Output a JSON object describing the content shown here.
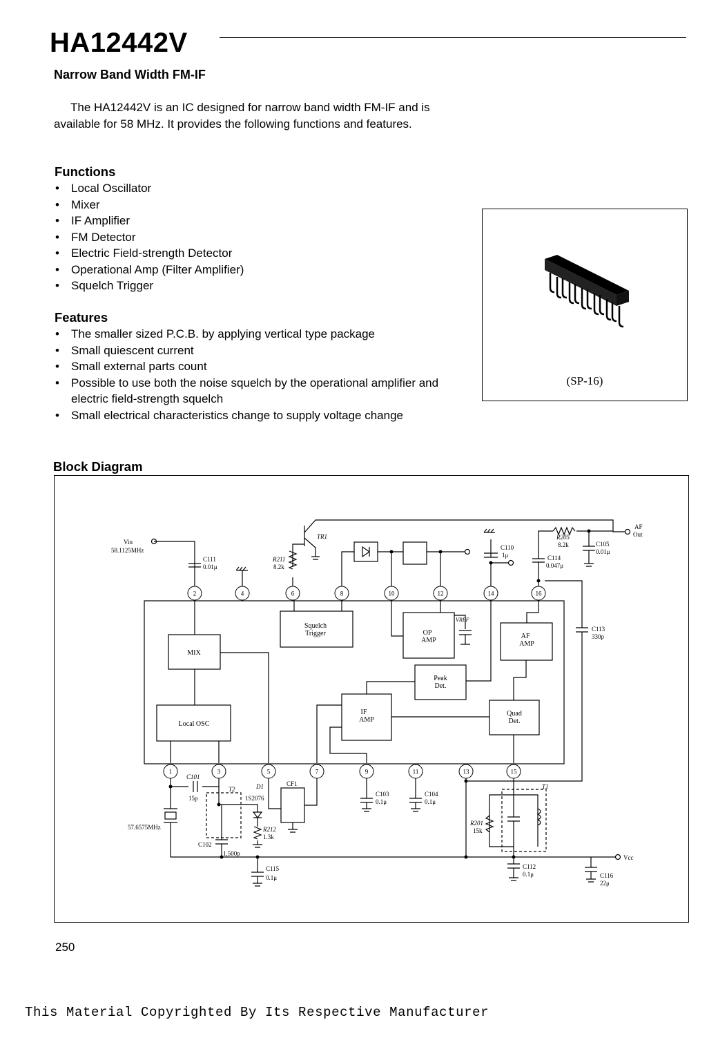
{
  "header": {
    "part_number": "HA12442V",
    "subtitle": "Narrow Band Width FM-IF"
  },
  "intro": "The HA12442V is an IC designed for narrow band width FM-IF and is available for 58 MHz. It provides the following functions and features.",
  "functions": {
    "heading": "Functions",
    "items": [
      "Local Oscillator",
      "Mixer",
      "IF Amplifier",
      "FM Detector",
      "Electric Field-strength Detector",
      "Operational Amp (Filter Amplifier)",
      "Squelch Trigger"
    ]
  },
  "features": {
    "heading": "Features",
    "items": [
      "The smaller sized P.C.B. by applying vertical type package",
      "Small quiescent current",
      "Small external parts count",
      "Possible to use both the noise squelch by the operational amplifier and electric field-strength squelch",
      "Small electrical characteristics change to supply voltage change"
    ]
  },
  "package": {
    "label": "(SP-16)"
  },
  "block_diagram": {
    "heading": "Block Diagram",
    "blocks": {
      "mix": "MIX",
      "local_osc": "Local OSC",
      "squelch_1": "Squelch",
      "squelch_2": "Trigger",
      "op_amp_1": "OP",
      "op_amp_2": "AMP",
      "peak_1": "Peak",
      "peak_2": "Det.",
      "if_amp_1": "IF",
      "if_amp_2": "AMP",
      "quad_1": "Quad",
      "quad_2": "Det.",
      "af_amp_1": "AF",
      "af_amp_2": "AMP"
    },
    "pins_top": [
      "2",
      "4",
      "6",
      "8",
      "10",
      "12",
      "14",
      "16"
    ],
    "pins_bottom": [
      "1",
      "3",
      "5",
      "7",
      "9",
      "11",
      "13",
      "15"
    ],
    "labels": {
      "vin": "Vin",
      "vin_freq": "58.1125MHz",
      "c111": "C111",
      "c111_val": "0.01μ",
      "tr1": "TR1",
      "r211": "R211",
      "r211_val": "8.2k",
      "c110": "C110",
      "c110_val": "1μ",
      "r205": "R205",
      "r205_val": "8.2k",
      "c105": "C105",
      "c105_val": "0.01μ",
      "c114": "C114",
      "c114_val": "0.047μ",
      "af_out_1": "AF",
      "af_out_2": "Out",
      "c113": "C113",
      "c113_val": "330p",
      "vref": "VREF",
      "c101": "C101",
      "c101_val": "15p",
      "t2": "T2",
      "d1": "D1",
      "d1_val": "1S2076",
      "cf1": "CF1",
      "r212": "R212",
      "r212_val": "1.3k",
      "c102": "C102",
      "c102_val": "1,500p",
      "xtal": "57.6575MHz",
      "c103": "C103",
      "c103_val": "0.1μ",
      "c104": "C104",
      "c104_val": "0.1μ",
      "r201": "R201",
      "r201_val": "15k",
      "t1": "T1",
      "c112": "C112",
      "c112_val": "0.1μ",
      "c115": "C115",
      "c115_val": "0.1μ",
      "c116": "C116",
      "c116_val": "22μ",
      "vcc": "Vcc"
    }
  },
  "footer": {
    "page_number": "250",
    "copyright": "This Material Copyrighted By Its Respective Manufacturer"
  }
}
